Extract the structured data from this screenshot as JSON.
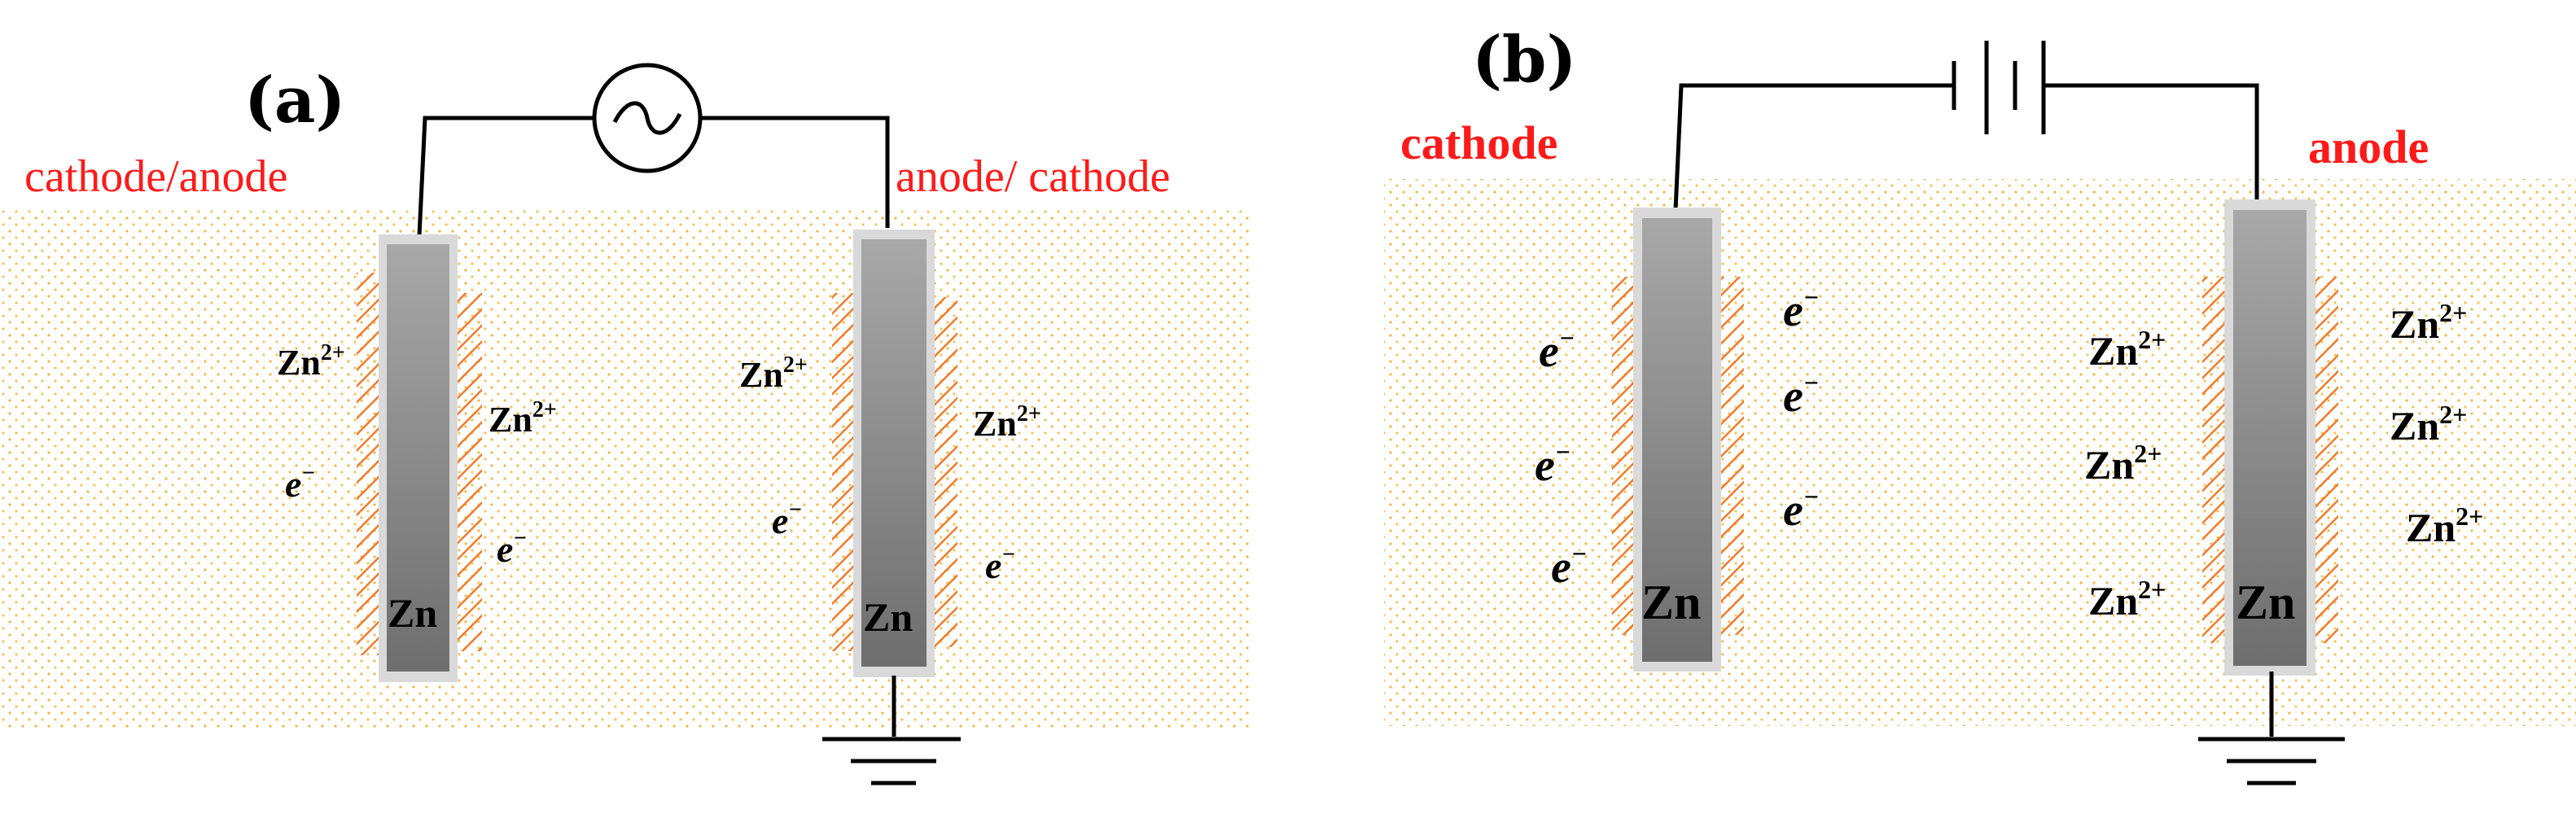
{
  "panel_a": {
    "label": "(a)",
    "left_role": "cathode/anode",
    "right_role": "anode/ cathode",
    "source_symbol": "~",
    "electrode_label": "Zn",
    "left_electrode": {
      "ions_left": [
        {
          "base": "Zn",
          "sup": "2+"
        }
      ],
      "ions_right": [
        {
          "base": "Zn",
          "sup": "2+"
        }
      ],
      "electrons_left": [
        {
          "base": "e",
          "sup": "−"
        }
      ],
      "electrons_right": [
        {
          "base": "e",
          "sup": "−"
        }
      ]
    },
    "right_electrode": {
      "ions_left": [
        {
          "base": "Zn",
          "sup": "2+"
        }
      ],
      "ions_right": [
        {
          "base": "Zn",
          "sup": "2+"
        }
      ],
      "electrons_left": [
        {
          "base": "e",
          "sup": "−"
        }
      ],
      "electrons_right": [
        {
          "base": "e",
          "sup": "−"
        }
      ]
    }
  },
  "panel_b": {
    "label": "(b)",
    "left_role": "cathode",
    "right_role": "anode",
    "electrode_label": "Zn",
    "left_electrode": {
      "electrons_left": [
        {
          "base": "e",
          "sup": "−"
        },
        {
          "base": "e",
          "sup": "−"
        },
        {
          "base": "e",
          "sup": "−"
        }
      ],
      "electrons_right": [
        {
          "base": "e",
          "sup": "−"
        },
        {
          "base": "e",
          "sup": "−"
        },
        {
          "base": "e",
          "sup": "−"
        }
      ]
    },
    "right_electrode": {
      "ions_left": [
        {
          "base": "Zn",
          "sup": "2+"
        },
        {
          "base": "Zn",
          "sup": "2+"
        },
        {
          "base": "Zn",
          "sup": "2+"
        }
      ],
      "ions_right": [
        {
          "base": "Zn",
          "sup": "2+"
        },
        {
          "base": "Zn",
          "sup": "2+"
        },
        {
          "base": "Zn",
          "sup": "2+"
        }
      ]
    }
  },
  "colors": {
    "role_text": "#ff1a1a",
    "coating": "#f07c2c",
    "electrolyte_dots": "#f6c35c",
    "electrode_dark": "#6e6e6e",
    "electrode_light": "#a8a8a8"
  }
}
